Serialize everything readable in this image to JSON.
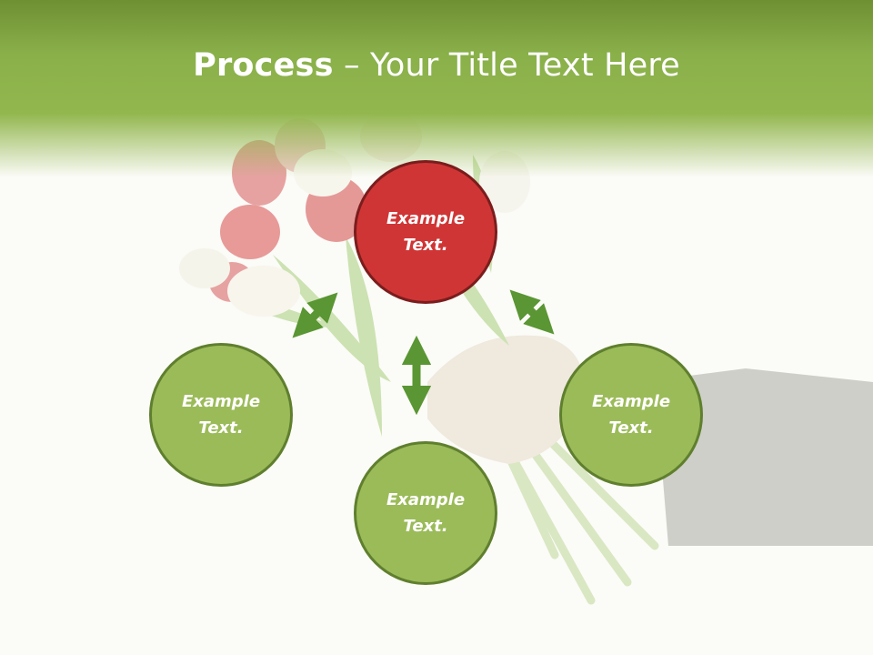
{
  "slide": {
    "title_bold": "Process",
    "title_rest": " – Your Title Text Here"
  },
  "nodes": {
    "top": "Example Text.",
    "left": "Example Text.",
    "right": "Example Text.",
    "bottom": "Example Text."
  },
  "colors": {
    "header_green": "#8ab04a",
    "node_green": "#9bbb59",
    "node_green_border": "#5f7f2e",
    "node_red": "#d03535",
    "node_red_border": "#7a1d1d",
    "arrow_green": "#5a9633"
  },
  "icons": [
    "bidirectional-arrow-icon"
  ]
}
